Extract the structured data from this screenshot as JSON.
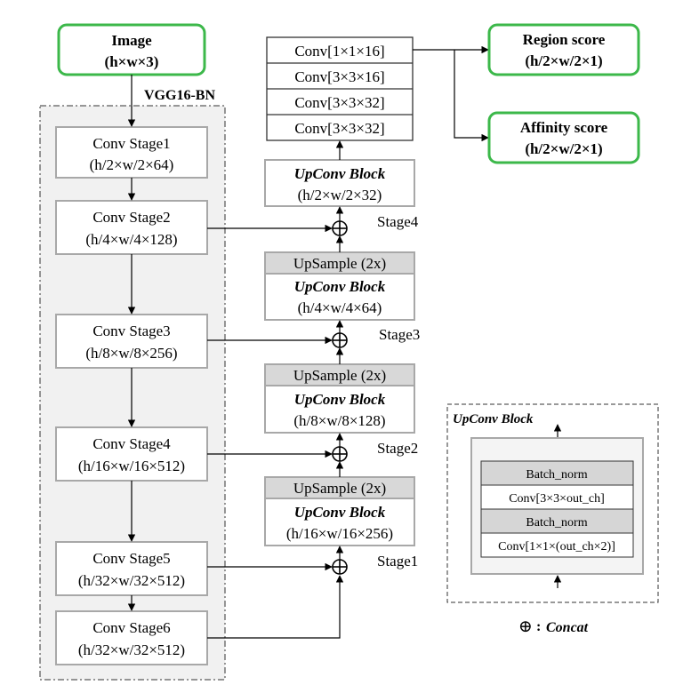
{
  "input": {
    "title": "Image",
    "dims": "(h×w×3)"
  },
  "backbone": {
    "label": "VGG16-BN",
    "stages": [
      {
        "name": "Conv Stage1",
        "dims": "(h/2×w/2×64)"
      },
      {
        "name": "Conv Stage2",
        "dims": "(h/4×w/4×128)"
      },
      {
        "name": "Conv Stage3",
        "dims": "(h/8×w/8×256)"
      },
      {
        "name": "Conv Stage4",
        "dims": "(h/16×w/16×512)"
      },
      {
        "name": "Conv Stage5",
        "dims": "(h/32×w/32×512)"
      },
      {
        "name": "Conv Stage6",
        "dims": "(h/32×w/32×512)"
      }
    ]
  },
  "head": {
    "convs": [
      "Conv[1×1×16]",
      "Conv[3×3×16]",
      "Conv[3×3×32]",
      "Conv[3×3×32]"
    ],
    "upconv_top": {
      "name": "UpConv Block",
      "dims": "(h/2×w/2×32)"
    },
    "upsample_label": "UpSample (2x)",
    "upconv_blocks": [
      {
        "name": "UpConv Block",
        "dims": "(h/4×w/4×64)"
      },
      {
        "name": "UpConv Block",
        "dims": "(h/8×w/8×128)"
      },
      {
        "name": "UpConv Block",
        "dims": "(h/16×w/16×256)"
      }
    ],
    "concat_symbol": "⊕",
    "stage_labels": [
      "Stage4",
      "Stage3",
      "Stage2",
      "Stage1"
    ]
  },
  "outputs": [
    {
      "title": "Region score",
      "dims": "(h/2×w/2×1)"
    },
    {
      "title": "Affinity score",
      "dims": "(h/2×w/2×1)"
    }
  ],
  "legend_block": {
    "title": "UpConv Block",
    "layers": [
      "Batch_norm",
      "Conv[3×3×out_ch]",
      "Batch_norm",
      "Conv[1×1×(out_ch×2)]"
    ]
  },
  "concat_legend": {
    "symbol": "⊕",
    "separator": ":",
    "label": "Concat"
  },
  "colors": {
    "output_border": "#3cb84a",
    "backbone_bg": "#f1f1f1",
    "upsample_bg": "#d8d8d8",
    "block_border": "#a8a8a8",
    "legend_layer_gray": "#d6d6d6"
  }
}
